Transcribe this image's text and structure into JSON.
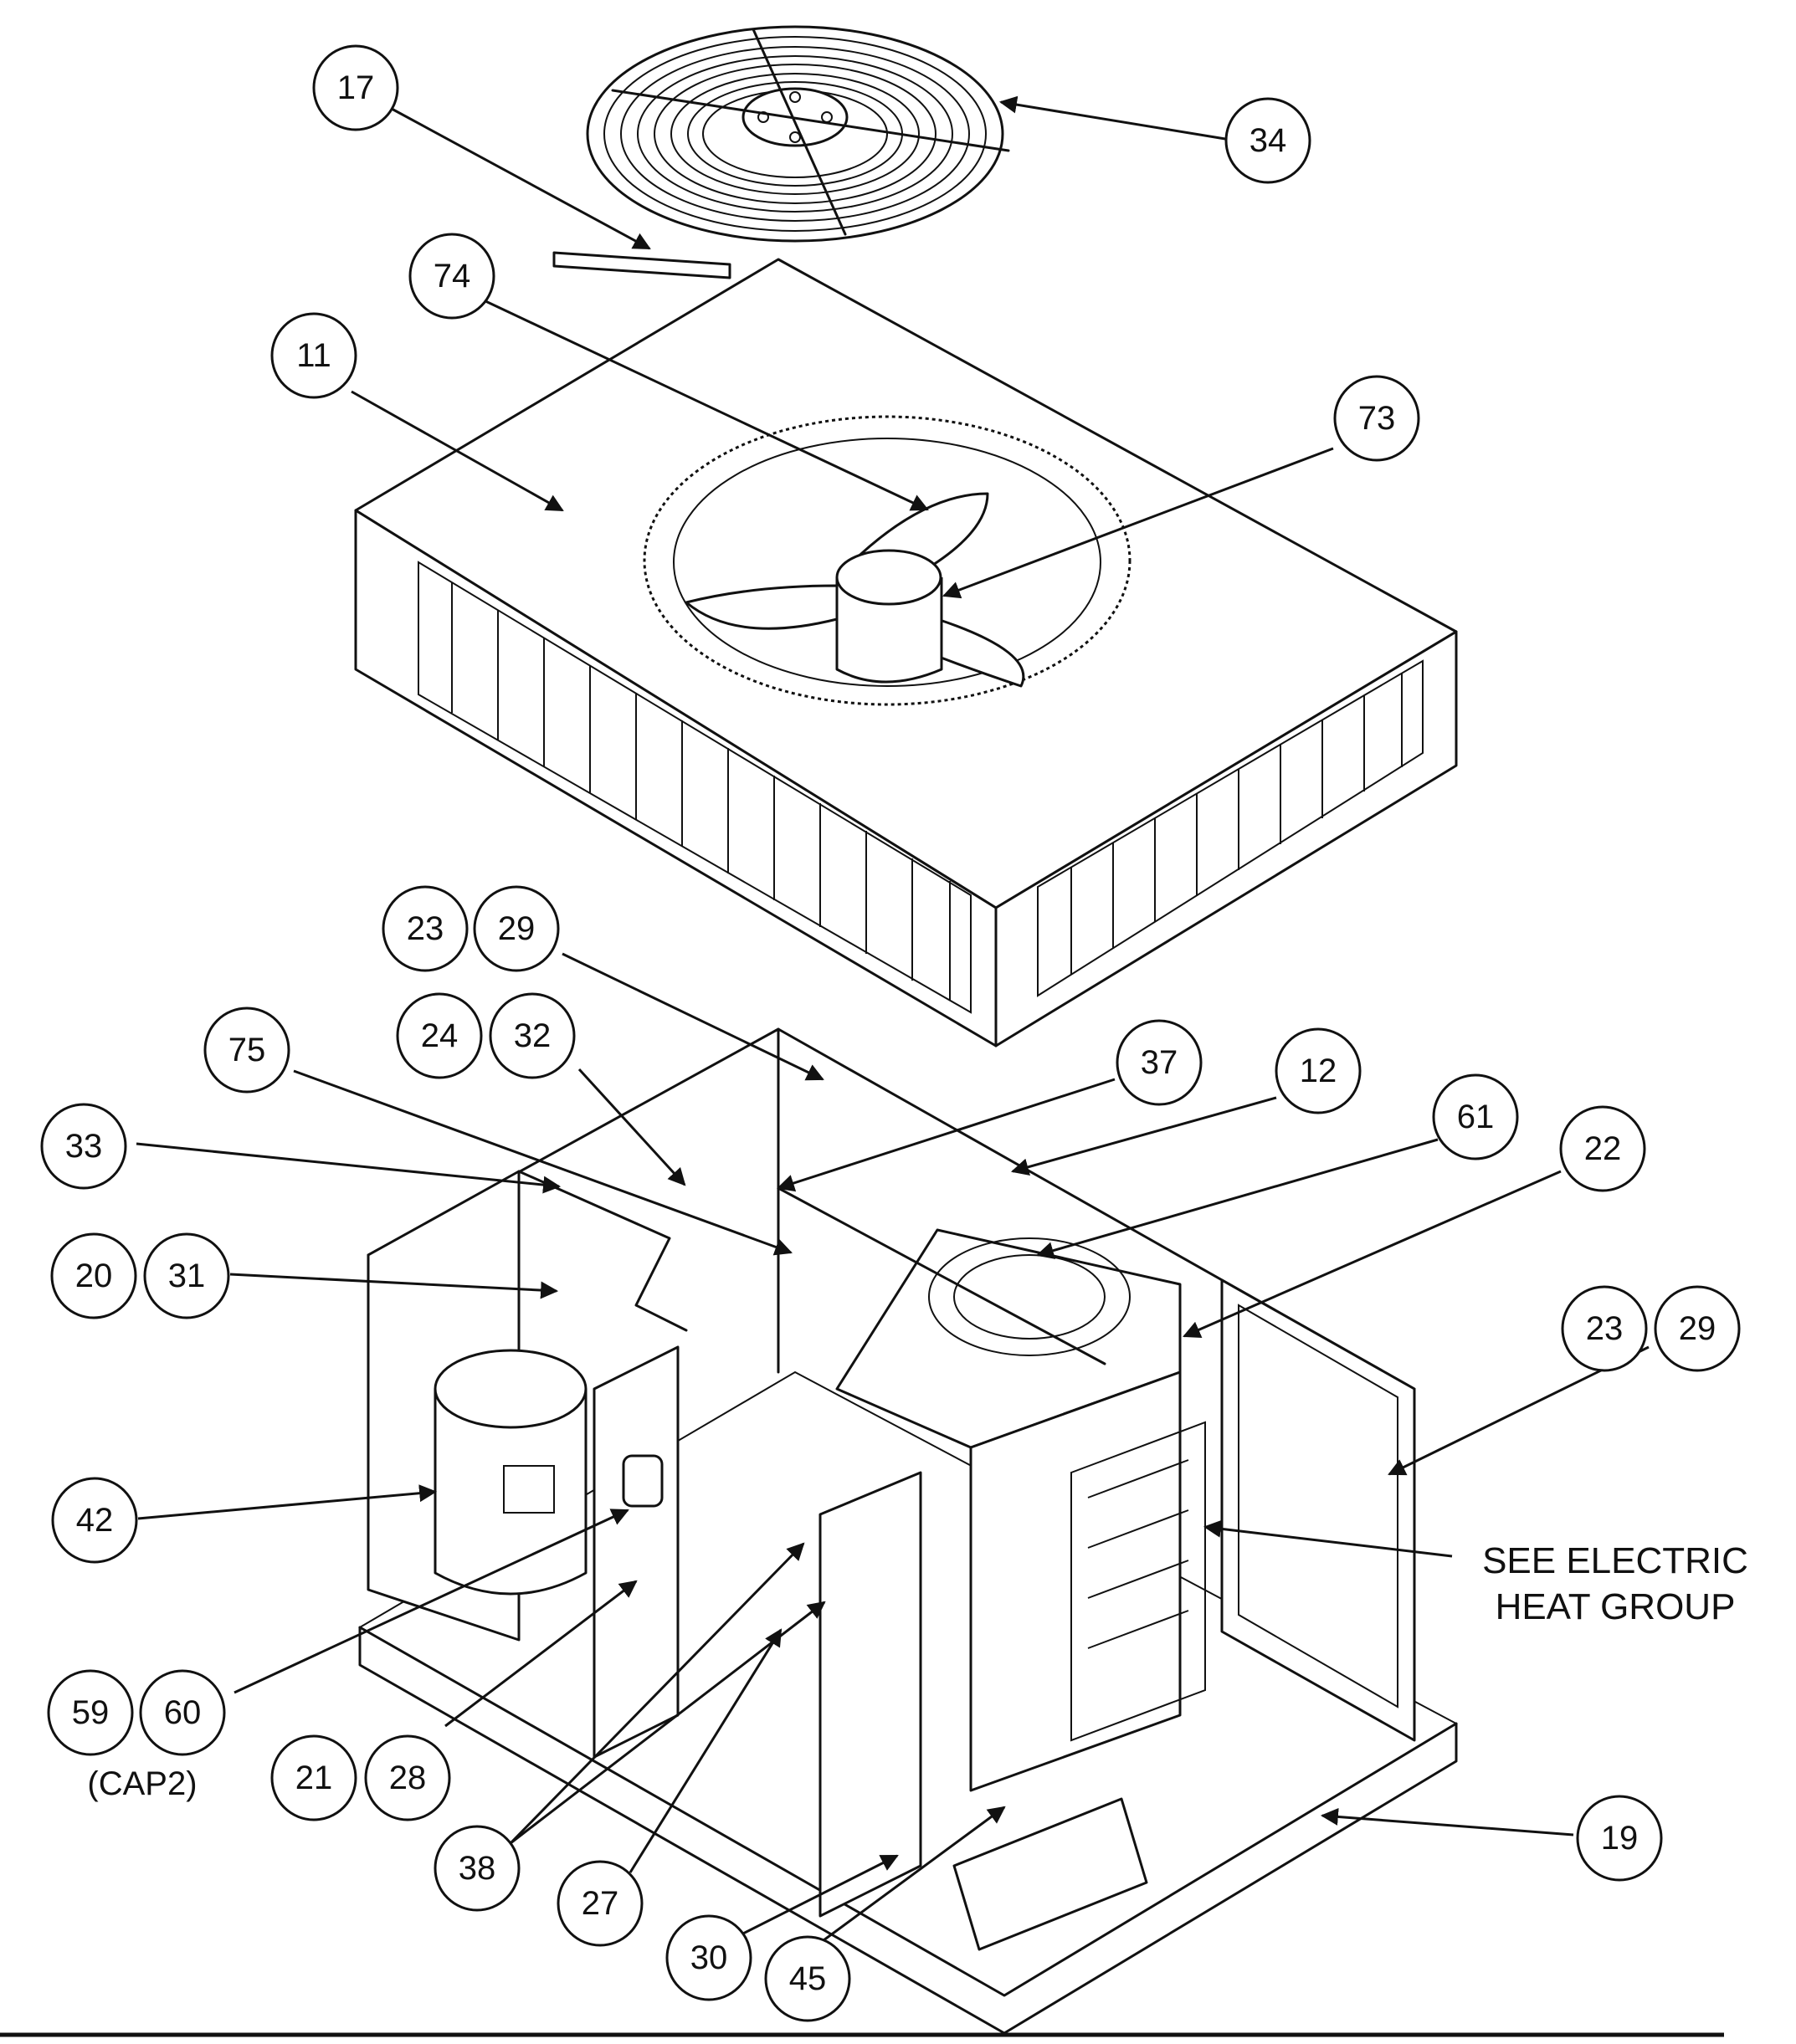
{
  "callouts": [
    {
      "id": "c17",
      "label": "17"
    },
    {
      "id": "c34",
      "label": "34"
    },
    {
      "id": "c74",
      "label": "74"
    },
    {
      "id": "c11",
      "label": "11"
    },
    {
      "id": "c73",
      "label": "73"
    },
    {
      "id": "c23a",
      "label": "23"
    },
    {
      "id": "c29a",
      "label": "29"
    },
    {
      "id": "c24",
      "label": "24"
    },
    {
      "id": "c32",
      "label": "32"
    },
    {
      "id": "c75",
      "label": "75"
    },
    {
      "id": "c37",
      "label": "37"
    },
    {
      "id": "c12",
      "label": "12"
    },
    {
      "id": "c61",
      "label": "61"
    },
    {
      "id": "c22",
      "label": "22"
    },
    {
      "id": "c33",
      "label": "33"
    },
    {
      "id": "c20",
      "label": "20"
    },
    {
      "id": "c31",
      "label": "31"
    },
    {
      "id": "c23b",
      "label": "23"
    },
    {
      "id": "c29b",
      "label": "29"
    },
    {
      "id": "c42",
      "label": "42"
    },
    {
      "id": "c59",
      "label": "59"
    },
    {
      "id": "c60",
      "label": "60"
    },
    {
      "id": "c21",
      "label": "21"
    },
    {
      "id": "c28",
      "label": "28"
    },
    {
      "id": "c19",
      "label": "19"
    },
    {
      "id": "c38",
      "label": "38"
    },
    {
      "id": "c27",
      "label": "27"
    },
    {
      "id": "c30",
      "label": "30"
    },
    {
      "id": "c45",
      "label": "45"
    }
  ],
  "notes": {
    "cap2": "(CAP2)",
    "electric_heat_line1": "SEE ELECTRIC",
    "electric_heat_line2": "HEAT GROUP"
  }
}
